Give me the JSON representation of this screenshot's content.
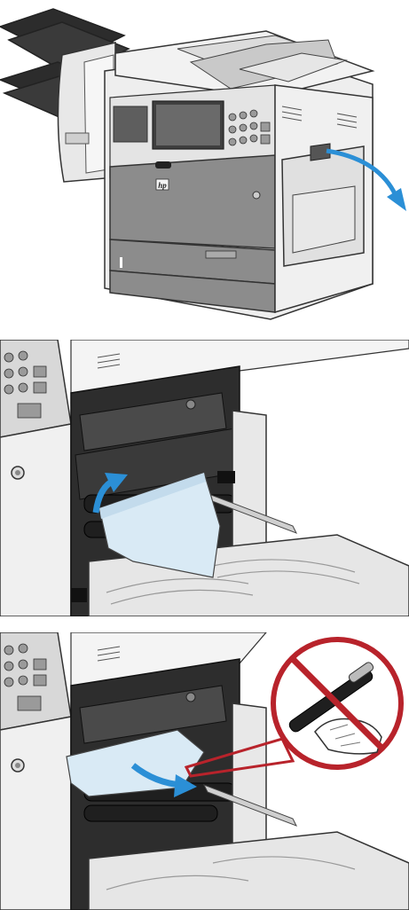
{
  "figure": {
    "steps": [
      {
        "id": "step-1",
        "logo_text": "hp",
        "arrow_color": "#2b8fd6"
      },
      {
        "id": "step-2",
        "arrow_color": "#2b8fd6"
      },
      {
        "id": "step-3",
        "arrow_color": "#2b8fd6",
        "warning_color": "#b8232b"
      }
    ],
    "colors": {
      "body_light": "#eeeeee",
      "body_gray": "#8c8c8c",
      "body_dark": "#555555",
      "outline": "#333333",
      "paper": "#d9eaf5",
      "accent": "#2b8fd6",
      "warning": "#b8232b"
    }
  }
}
